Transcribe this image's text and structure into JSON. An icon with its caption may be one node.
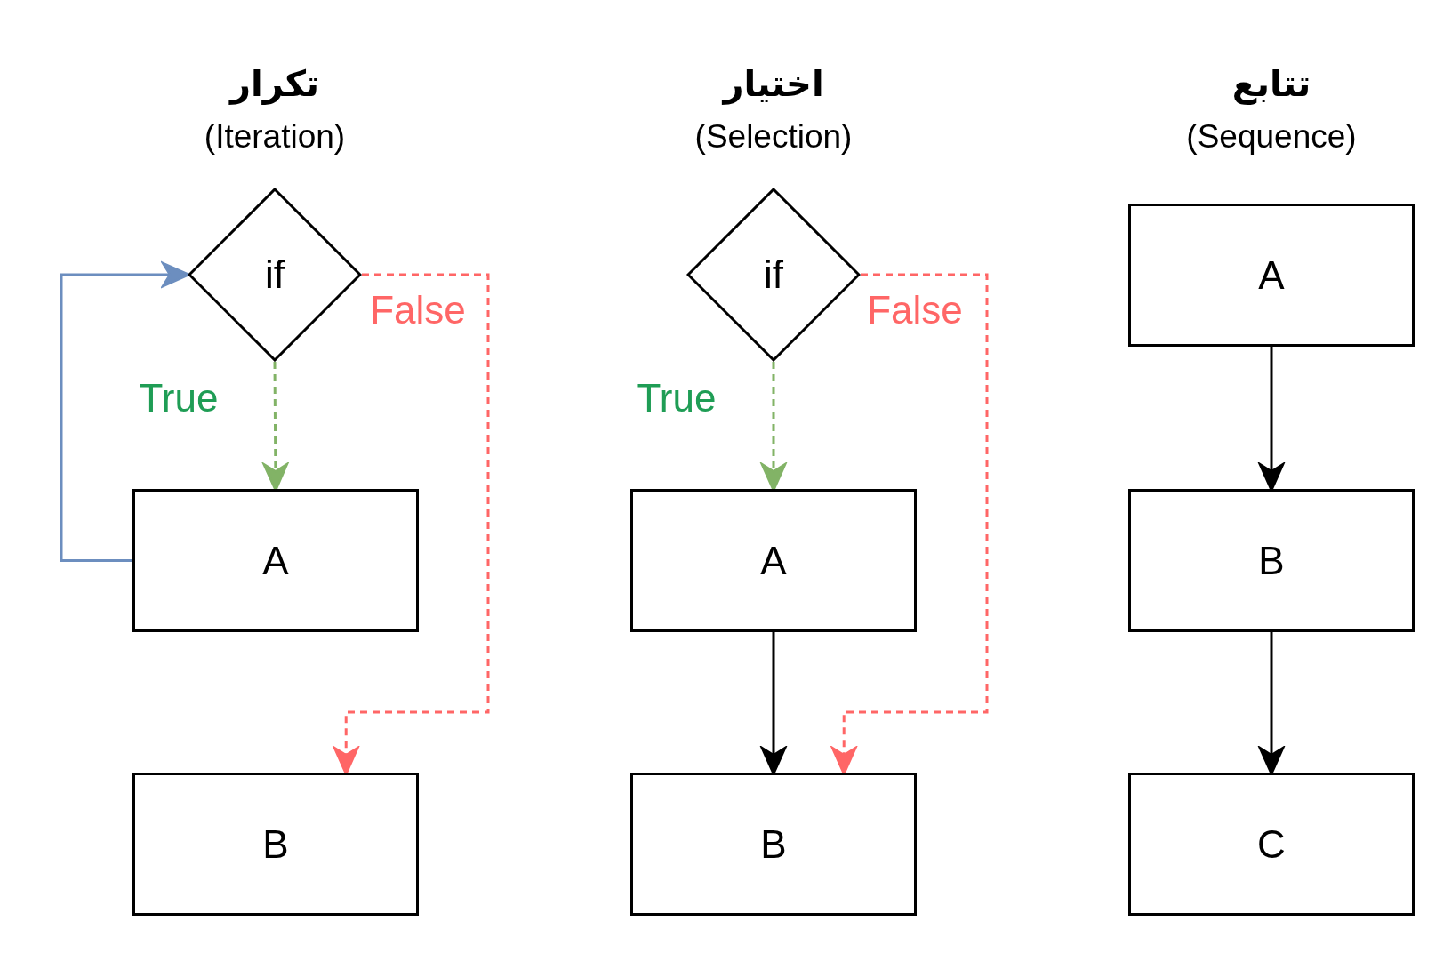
{
  "diagram": {
    "nodes": [
      {
        "text": [
          "if"
        ]
      },
      {
        "text": [
          "A"
        ]
      },
      {
        "text": [
          "B"
        ]
      },
      {
        "text": [
          "if"
        ]
      },
      {
        "text": [
          "A"
        ]
      },
      {
        "text": [
          "B"
        ]
      },
      {
        "text": [
          "A"
        ]
      },
      {
        "text": [
          "B"
        ]
      },
      {
        "text": [
          "C"
        ]
      }
    ],
    "edges": [
      {
        "from": 0,
        "to": 1,
        "arrow": "to",
        "label": "True",
        "style": "dashed",
        "color": "#82b366"
      },
      {
        "from": 0,
        "to": 2,
        "arrow": "to",
        "label": "False",
        "style": "dashed",
        "color": "#ff6666"
      },
      {
        "from": 1,
        "to": 0,
        "arrow": "to",
        "color": "#6c8ebf"
      },
      {
        "from": 3,
        "to": 4,
        "arrow": "to",
        "label": "True",
        "style": "dashed",
        "color": "#82b366"
      },
      {
        "from": 3,
        "to": 5,
        "arrow": "to",
        "label": "False",
        "style": "dashed",
        "color": "#ff6666"
      },
      {
        "from": 4,
        "to": 5,
        "arrow": "to"
      },
      {
        "from": 6,
        "to": 7,
        "arrow": "to"
      },
      {
        "from": 7,
        "to": 8,
        "arrow": "to"
      }
    ],
    "labels": [
      "تکرار",
      "(Iteration)",
      "اختیار",
      "(Selection)",
      "تتابع",
      "(Sequence)"
    ]
  }
}
